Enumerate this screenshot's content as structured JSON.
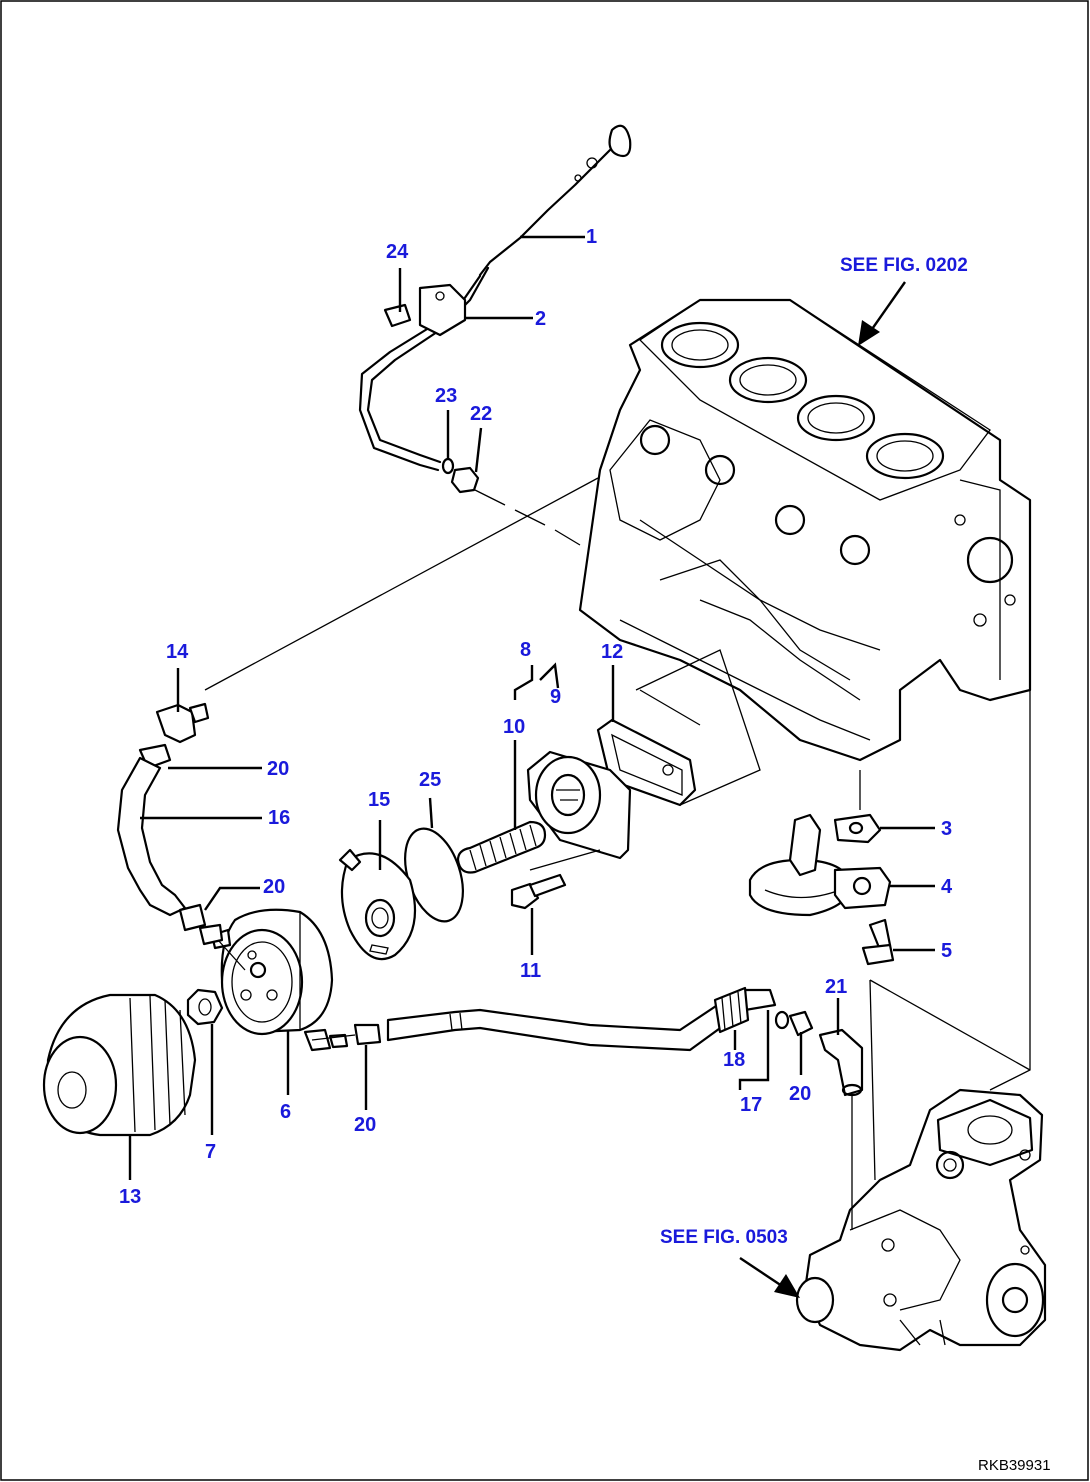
{
  "references": {
    "fig_0202": "SEE FIG. 0202",
    "fig_0503": "SEE FIG. 0503"
  },
  "drawing_code": "RKB39931",
  "callouts": {
    "c1": "1",
    "c2": "2",
    "c3": "3",
    "c4": "4",
    "c5": "5",
    "c6": "6",
    "c7": "7",
    "c8": "8",
    "c9": "9",
    "c10": "10",
    "c11": "11",
    "c12": "12",
    "c13": "13",
    "c14": "14",
    "c15": "15",
    "c16": "16",
    "c17": "17",
    "c18": "18",
    "c20a": "20",
    "c20b": "20",
    "c20c": "20",
    "c20d": "20",
    "c21": "21",
    "c22": "22",
    "c23": "23",
    "c24": "24",
    "c25": "25"
  },
  "colors": {
    "callout": "#1a1adb",
    "line": "#000000",
    "background": "#ffffff"
  }
}
